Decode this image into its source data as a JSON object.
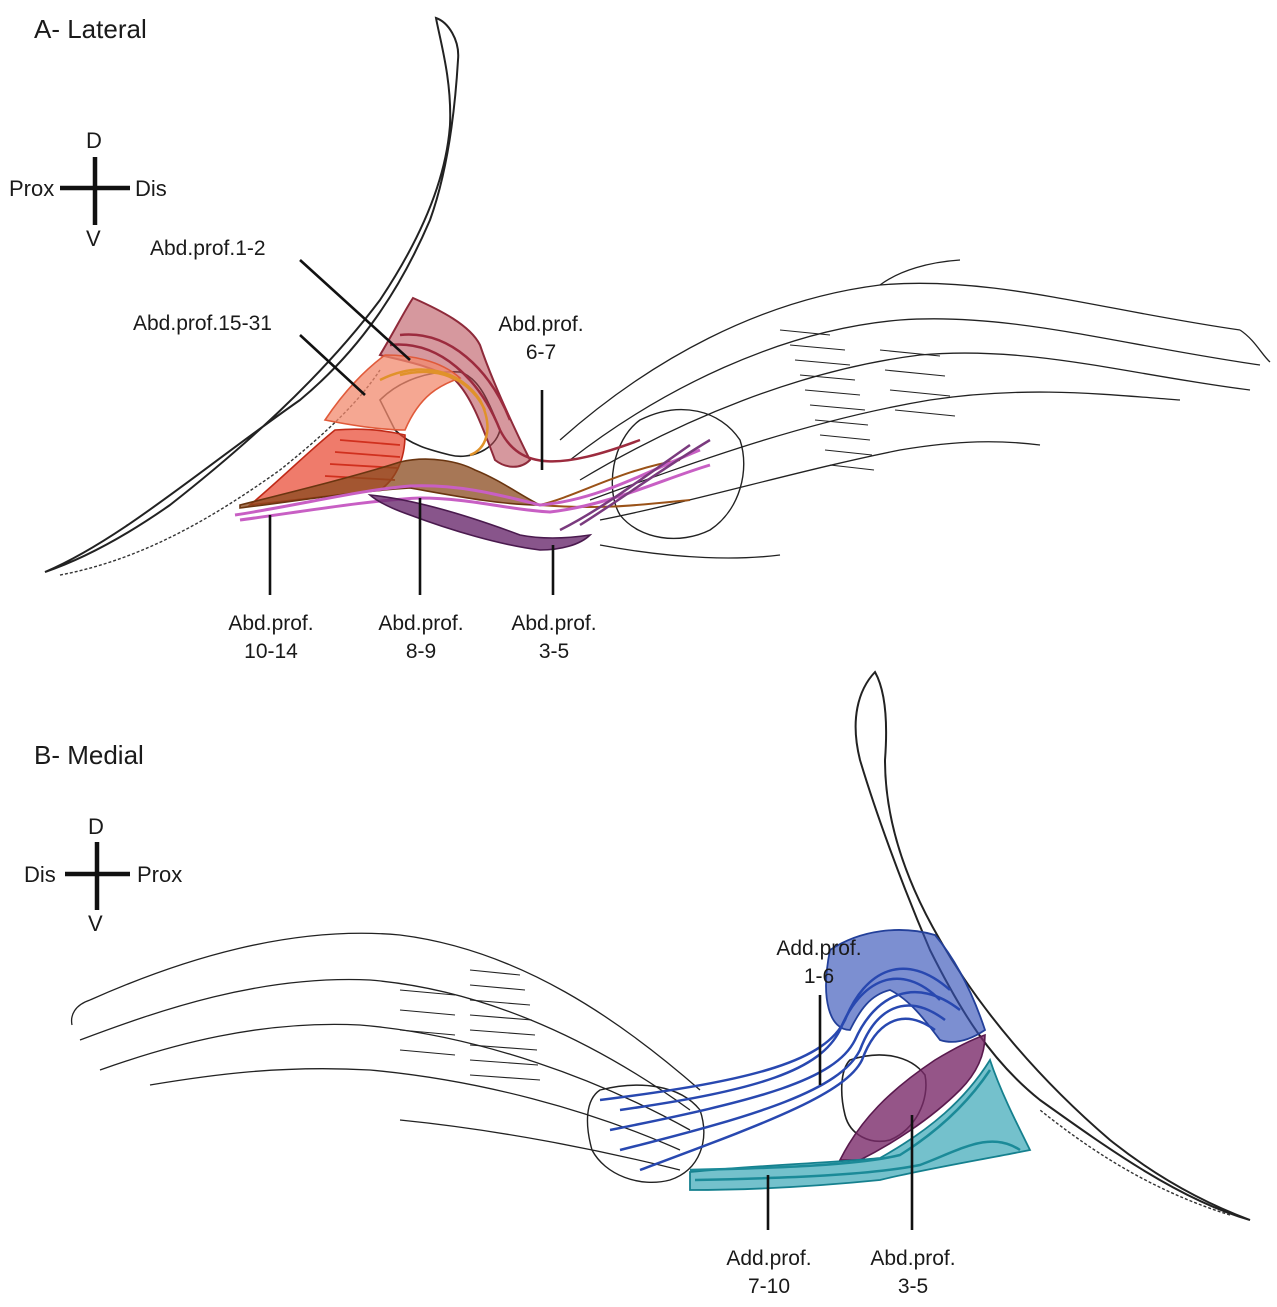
{
  "panel_a": {
    "title": "A- Lateral",
    "compass": {
      "up": "D",
      "down": "V",
      "left": "Prox",
      "right": "Dis"
    },
    "labels": {
      "abd_prof_1_2": "Abd.prof.1-2",
      "abd_prof_15_31": "Abd.prof.15-31",
      "abd_prof_6_7": {
        "line1": "Abd.prof.",
        "line2": "6-7"
      },
      "abd_prof_10_14": {
        "line1": "Abd.prof.",
        "line2": "10-14"
      },
      "abd_prof_8_9": {
        "line1": "Abd.prof.",
        "line2": "8-9"
      },
      "abd_prof_3_5": {
        "line1": "Abd.prof.",
        "line2": "3-5"
      }
    }
  },
  "panel_b": {
    "title": "B- Medial",
    "compass": {
      "up": "D",
      "down": "V",
      "left": "Dis",
      "right": "Prox"
    },
    "labels": {
      "add_prof_1_6": {
        "line1": "Add.prof.",
        "line2": "1-6"
      },
      "add_prof_7_10": {
        "line1": "Add.prof.",
        "line2": "7-10"
      },
      "abd_prof_3_5": {
        "line1": "Abd.prof.",
        "line2": "3-5"
      }
    }
  },
  "colors": {
    "abd_prof_1_2": "#b5434f",
    "abd_prof_15_31": "#f28a6e",
    "abd_prof_10_14": "#e8432c",
    "abd_prof_6_7": "#e0922a",
    "abd_prof_8_9": "#8a4a1e",
    "abd_prof_3_5": "#6a2a6e",
    "pink_tendons": "#c85fc4",
    "add_prof_1_6": "#3553b8",
    "add_prof_7_10": "#2aa0b0",
    "b_abd_prof_3_5": "#7a2a6a"
  }
}
